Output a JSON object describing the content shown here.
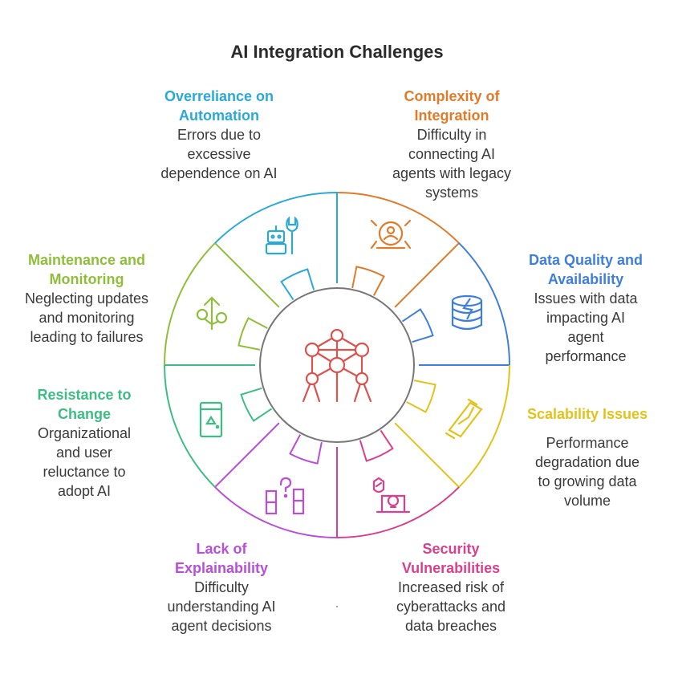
{
  "title": "AI Integration Challenges",
  "center_icon": "atomium-network-icon",
  "segments": [
    {
      "key": "complexity",
      "heading": "Complexity of Integration",
      "description": "Difficulty in connecting AI agents with legacy systems",
      "color": "#e07b2a",
      "icon": "user-network-icon"
    },
    {
      "key": "data-quality",
      "heading": "Data Quality and Availability",
      "description": "Issues with data impacting AI agent performance",
      "color": "#3f7fdc",
      "icon": "database-icon"
    },
    {
      "key": "scalability",
      "heading": "Scalability Issues",
      "description": "Performance degradation due to growing data volume",
      "color": "#e3c21c",
      "icon": "hourglass-icon"
    },
    {
      "key": "security",
      "heading": "Security Vulnerabilities",
      "description": "Increased risk of cyberattacks and data breaches",
      "color": "#d8408e",
      "icon": "laptop-skull-icon"
    },
    {
      "key": "explainability",
      "heading": "Lack of Explainability",
      "description": "Difficulty understanding AI agent decisions",
      "color": "#b74fd8",
      "icon": "question-bars-icon"
    },
    {
      "key": "resistance",
      "heading": "Resistance to Change",
      "description": "Organizational and user reluctance to adopt AI",
      "color": "#3dbd83",
      "icon": "door-icon"
    },
    {
      "key": "maintenance",
      "heading": "Maintenance and Monitoring",
      "description": "Neglecting updates and monitoring leading to failures",
      "color": "#8fbf3a",
      "icon": "plant-growth-icon"
    },
    {
      "key": "overreliance",
      "heading": "Overreliance on Automation",
      "description": "Errors due to excessive dependence on AI",
      "color": "#2aa9d8",
      "icon": "robot-wrench-icon"
    }
  ]
}
